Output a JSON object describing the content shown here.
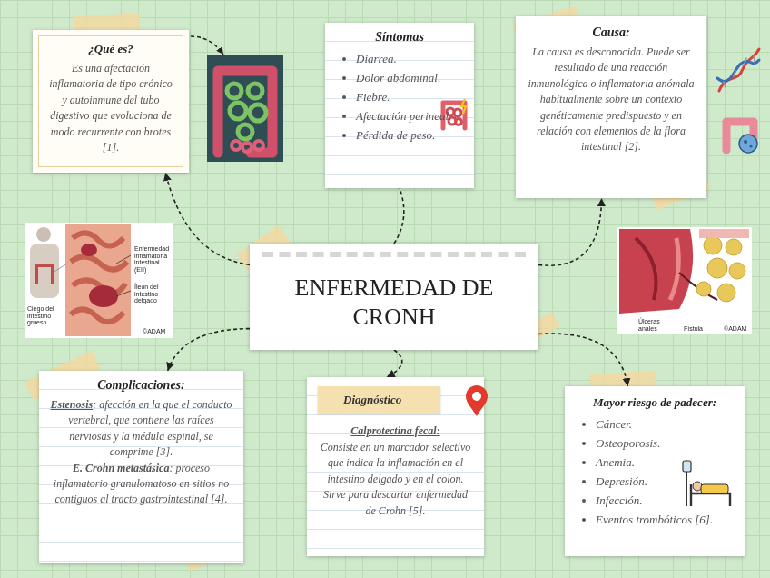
{
  "diagram": {
    "nodes": [
      {
        "text": [
          "¿Qué es?",
          "Es una afectación inflamatoria de tipo crónico y autoinmune del tubo digestivo que evoluciona de modo recurrente con brotes [1]."
        ]
      },
      {
        "text": [
          "Síntomas",
          "Diarrea.",
          "Dolor abdominal.",
          "Fiebre.",
          "Afectación perineal.",
          "Pérdida de peso."
        ]
      },
      {
        "text": [
          "Causa:",
          "La causa es desconocida. Puede ser resultado de una reacción inmunológica o inflamatoria anómala habitualmente sobre un contexto genéticamente predispuesto y en relación con elementos de la flora intestinal [2]."
        ]
      },
      {
        "text": [
          "ENFERMEDAD DE CRONH"
        ]
      },
      {
        "text": [
          "Complicaciones:",
          "Estenosis",
          ": afección en la que el conducto vertebral, que contiene las raíces nerviosas y la médula espinal, se comprime [3].",
          "E. Crohn metastásica",
          ": proceso inflamatorio granulomatoso en sitios no contiguos al tracto gastrointestinal [4]."
        ]
      },
      {
        "text": [
          "Diagnóstico",
          "Calprotectina fecal:",
          "Consiste en un marcador selectivo que indica la inflamación en el intestino delgado y en el colon. Sirve para descartar enfermedad de Crohn [5]."
        ]
      },
      {
        "text": [
          "Mayor riesgo de padecer:",
          "Cáncer.",
          "Osteoporosis.",
          "Anemia.",
          "Depresión.",
          "Infección.",
          "Eventos trombóticos [6]."
        ]
      }
    ],
    "edges": [
      {
        "from": 3,
        "to": 0,
        "arrow": "to"
      },
      {
        "from": 3,
        "to": 1,
        "arrow": "none"
      },
      {
        "from": 3,
        "to": 2,
        "arrow": "to"
      },
      {
        "from": 3,
        "to": 4,
        "arrow": "to"
      },
      {
        "from": 3,
        "to": 5,
        "arrow": "to"
      },
      {
        "from": 3,
        "to": 6,
        "arrow": "to"
      }
    ],
    "labels": [
      "Enfermedad inflamatoria intestinal (EII)",
      "Íleon del intestino delgado",
      "Ciego del intestino grueso",
      "©ADAM",
      "Úlceras anales",
      "Fístula",
      "©ADAM"
    ]
  }
}
